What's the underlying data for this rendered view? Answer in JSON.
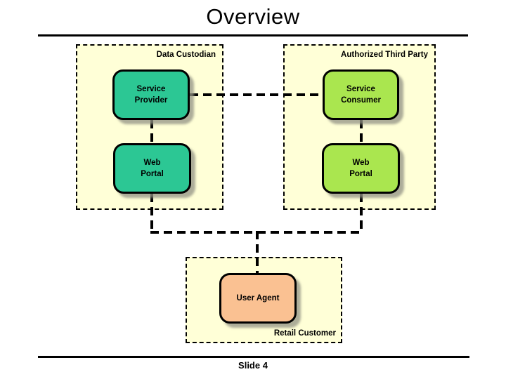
{
  "title": "Overview",
  "footer": "Slide 4",
  "groups": {
    "data_custodian": {
      "label": "Data Custodian"
    },
    "authorized_third_party": {
      "label": "Authorized Third Party"
    },
    "retail_customer": {
      "label": "Retail Customer"
    }
  },
  "nodes": {
    "service_provider": {
      "label": "Service\nProvider",
      "color": "#2cc794"
    },
    "web_portal_left": {
      "label": "Web\nPortal",
      "color": "#2cc794"
    },
    "service_consumer": {
      "label": "Service\nConsumer",
      "color": "#aae64f"
    },
    "web_portal_right": {
      "label": "Web\nPortal",
      "color": "#aae64f"
    },
    "user_agent": {
      "label": "User Agent",
      "color": "#fac192"
    }
  },
  "colors": {
    "panel_background": "#ffffd7",
    "teal_node": "#2cc794",
    "green_node": "#aae64f",
    "peach_node": "#fac192",
    "line": "#000000"
  }
}
